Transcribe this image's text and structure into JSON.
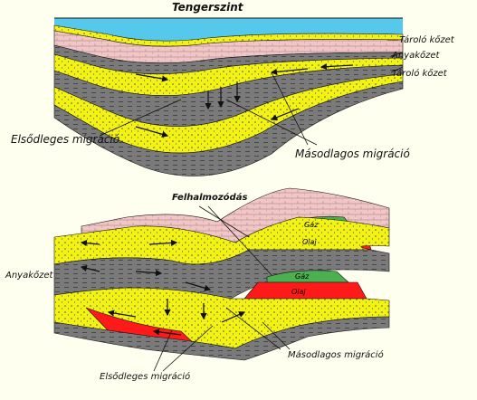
{
  "top_section": {
    "sea_level": "Tengerszint",
    "reservoir_rock_1": "Tároló kőzet",
    "source_rock": "Anyakőzet",
    "reservoir_rock_2": "Tároló kőzet",
    "primary_migration": "Elsődleges migráció",
    "secondary_migration": "Másodlagos migráció"
  },
  "bottom_section": {
    "accumulation": "Felhalmozódás",
    "gas_1": "Gáz",
    "oil_1": "Olaj",
    "gas_2": "Gáz",
    "oil_2": "Olaj",
    "source_rock": "Anyakőzet",
    "secondary_migration": "Másodlagos migráció",
    "primary_migration": "Elsődleges migráció"
  },
  "colors": {
    "background": "#fffff0",
    "sea": "#55c8ec",
    "pink_layer": "#f2c6c6",
    "yellow_layer": "#f3f313",
    "gray_layer": "#7a7a7a",
    "gas": "#4caf50",
    "oil": "#ff1a1a"
  }
}
